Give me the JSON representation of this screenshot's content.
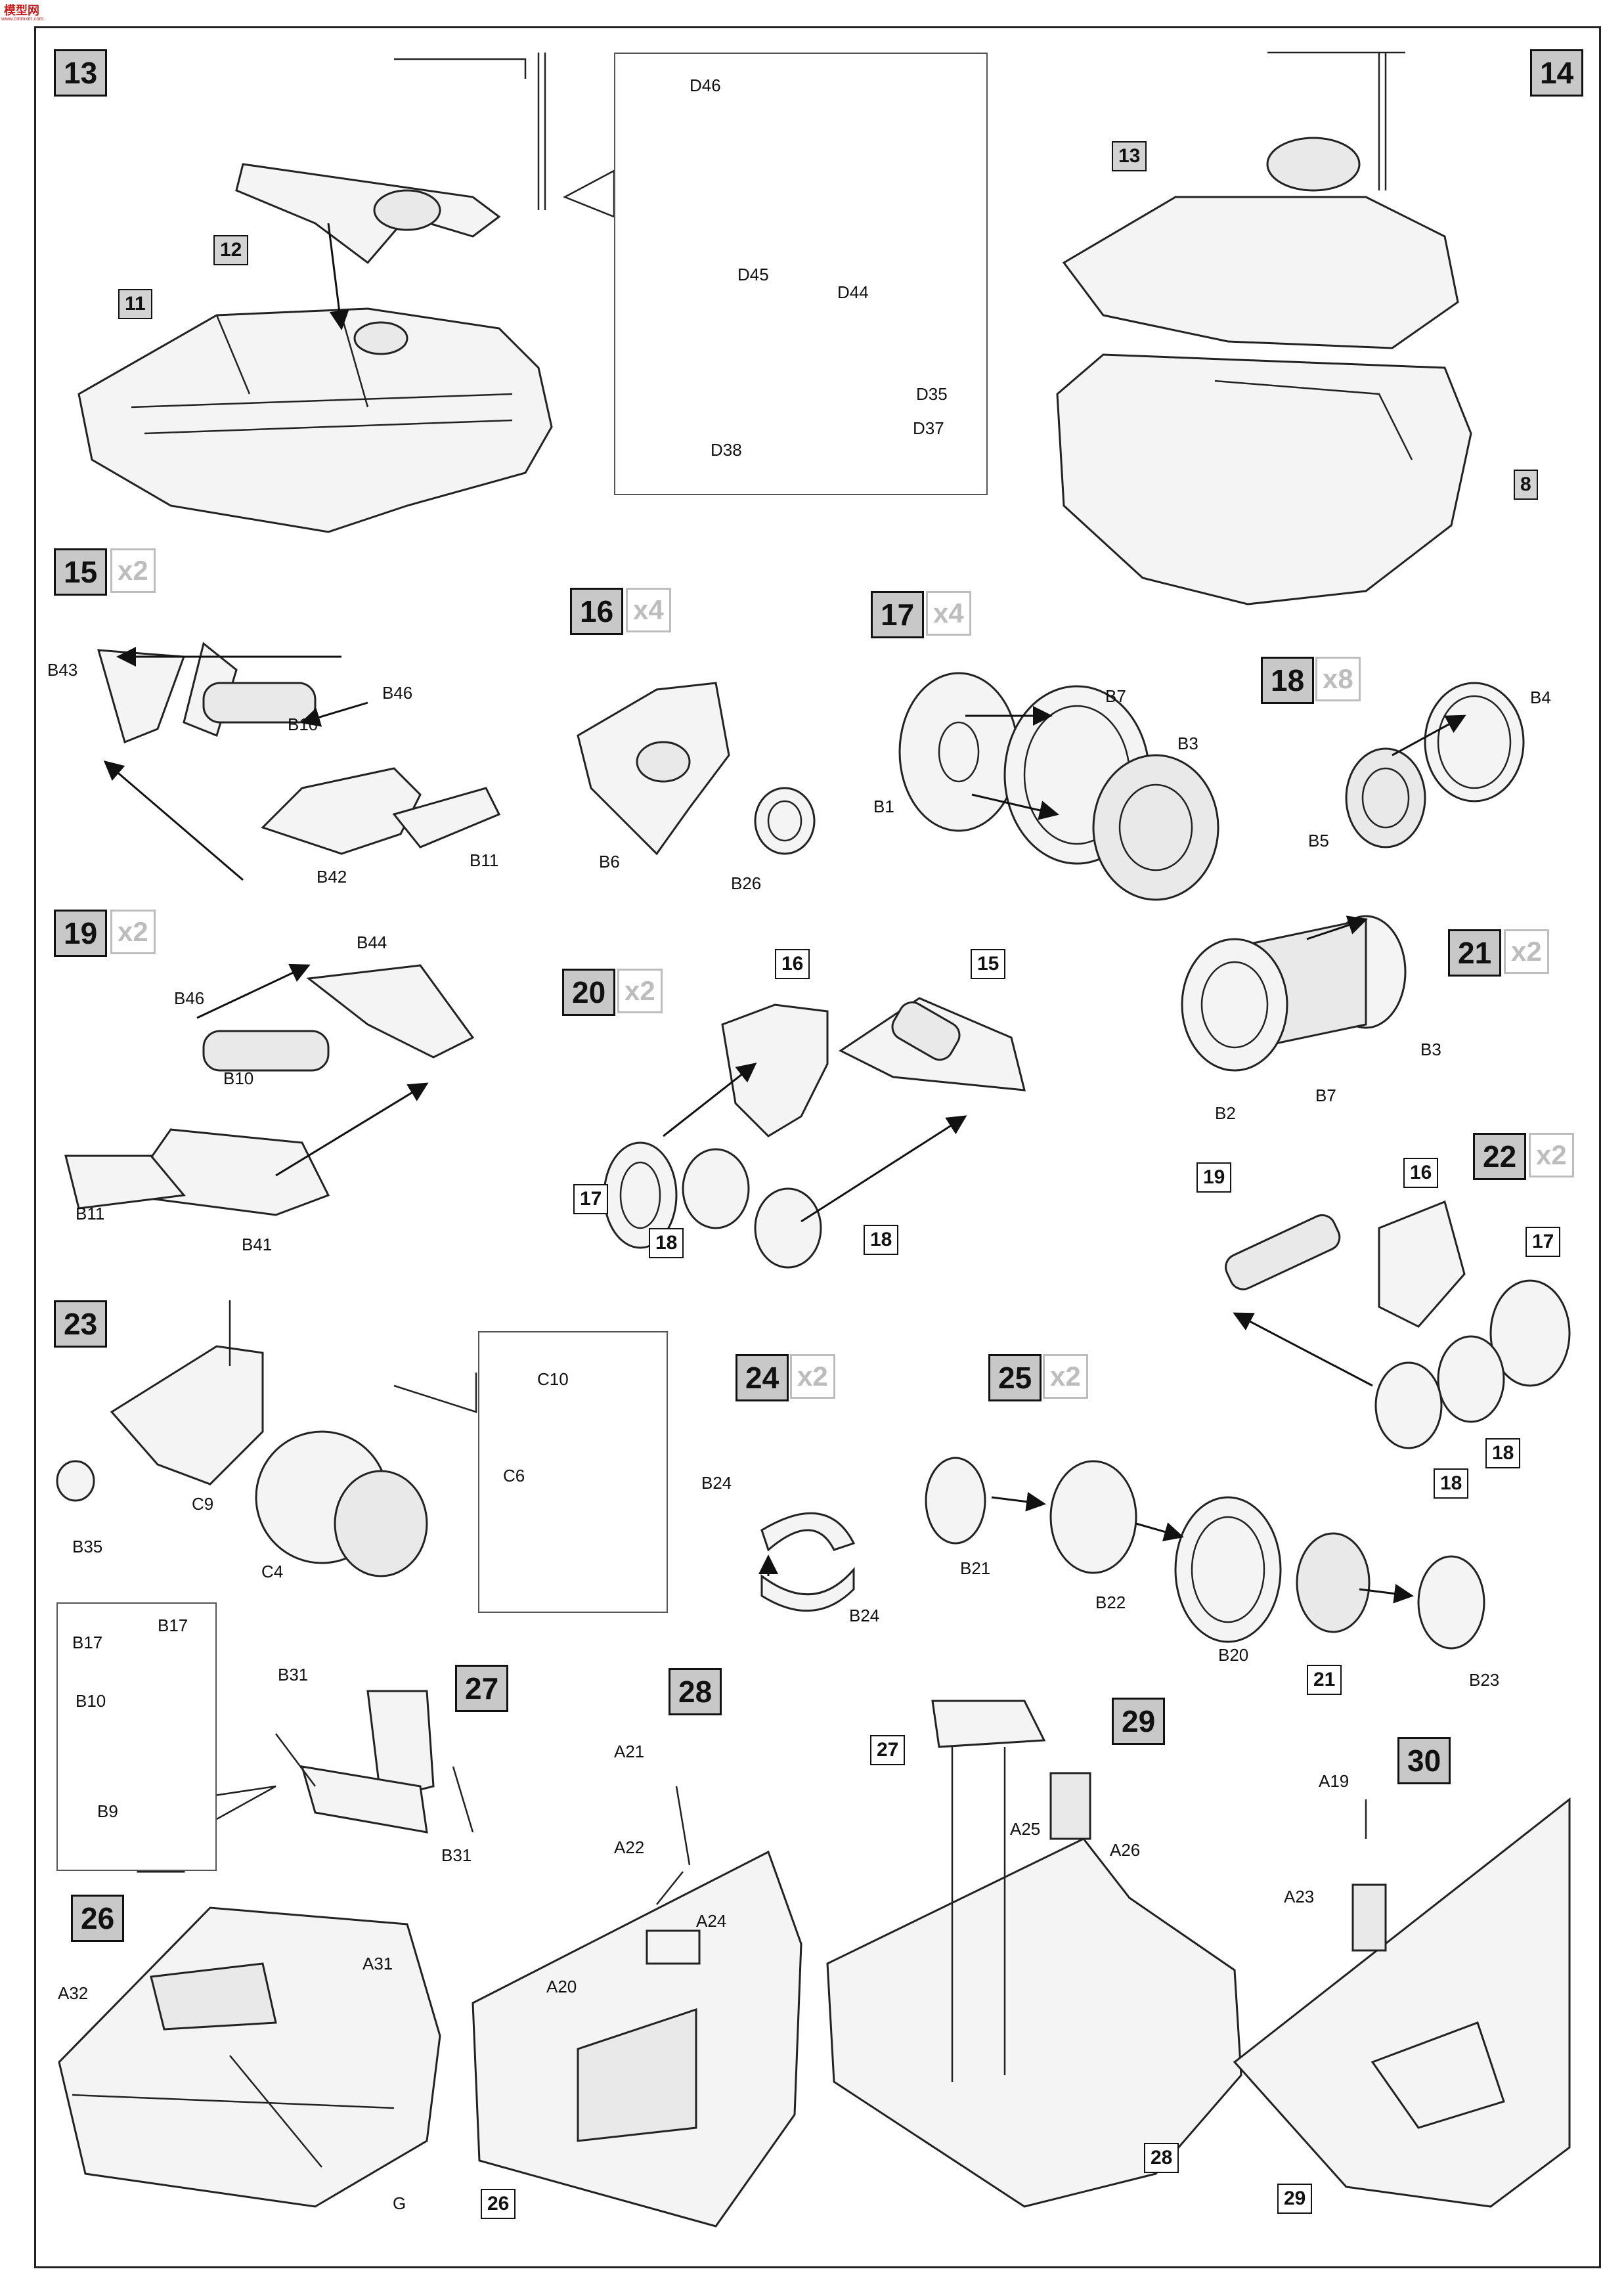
{
  "watermark": {
    "title": "模型网",
    "subtitle": "www.cmmxm.com"
  },
  "steps": [
    {
      "id": "s13",
      "number": "13",
      "parts": [
        {
          "id": "l11",
          "text": "11",
          "kind": "ref"
        },
        {
          "id": "l12",
          "text": "12",
          "kind": "ref"
        }
      ],
      "inset_parts": [
        "D46",
        "D45",
        "D44",
        "D35",
        "D38",
        "D37"
      ]
    },
    {
      "id": "s14",
      "number": "14",
      "parts": [
        "13",
        "8"
      ]
    },
    {
      "id": "s15",
      "number": "15",
      "mult": "x2",
      "parts": [
        "B43",
        "B46",
        "B10",
        "B42",
        "B11"
      ]
    },
    {
      "id": "s16",
      "number": "16",
      "mult": "x4",
      "parts": [
        "B6",
        "B26"
      ]
    },
    {
      "id": "s17",
      "number": "17",
      "mult": "x4",
      "parts": [
        "B7",
        "B3",
        "B1"
      ]
    },
    {
      "id": "s18",
      "number": "18",
      "mult": "x8",
      "parts": [
        "B4",
        "B5"
      ]
    },
    {
      "id": "s19",
      "number": "19",
      "mult": "x2",
      "parts": [
        "B44",
        "B46",
        "B10",
        "B11",
        "B41"
      ]
    },
    {
      "id": "s20",
      "number": "20",
      "mult": "x2",
      "parts": [
        "16",
        "15",
        "17",
        "18",
        "18"
      ]
    },
    {
      "id": "s21",
      "number": "21",
      "mult": "x2",
      "parts": [
        "B3",
        "B7",
        "B2"
      ]
    },
    {
      "id": "s22",
      "number": "22",
      "mult": "x2",
      "parts": [
        "19",
        "16",
        "17",
        "18",
        "18"
      ]
    },
    {
      "id": "s23",
      "number": "23",
      "parts": [
        "C9",
        "C4",
        "B35"
      ],
      "inset_parts": [
        "C10",
        "C6"
      ]
    },
    {
      "id": "s24",
      "number": "24",
      "mult": "x2",
      "parts": [
        "B24",
        "B24"
      ]
    },
    {
      "id": "s25",
      "number": "25",
      "mult": "x2",
      "parts": [
        "B21",
        "B22",
        "B20",
        "21",
        "B23"
      ]
    },
    {
      "id": "s26",
      "number": "26",
      "parts": [
        "A32",
        "A31",
        "G"
      ],
      "inset_parts": [
        "B17",
        "B17",
        "B10",
        "B9"
      ]
    },
    {
      "id": "s27",
      "number": "27",
      "parts": [
        "B31",
        "B31"
      ]
    },
    {
      "id": "s28",
      "number": "28",
      "parts": [
        "A21",
        "A22",
        "A24",
        "A20",
        "26"
      ]
    },
    {
      "id": "s29",
      "number": "29",
      "parts": [
        "27",
        "A25",
        "A26",
        "28"
      ]
    },
    {
      "id": "s30",
      "number": "30",
      "parts": [
        "A19",
        "A23",
        "29"
      ]
    }
  ]
}
